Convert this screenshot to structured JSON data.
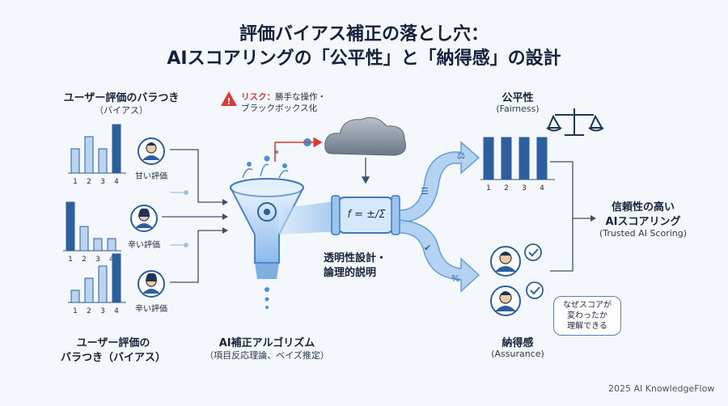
{
  "title": {
    "line1": "評価バイアス補正の落とし穴：",
    "line2": "AIスコアリングの「公平性」と「納得感」の設計"
  },
  "left": {
    "top_label": "ユーザー評価のバラつき",
    "top_sub": "（バイアス）",
    "raters": [
      {
        "label": "甘い評価",
        "bars": [
          2,
          3,
          2,
          4
        ]
      },
      {
        "label": "辛い評価",
        "bars": [
          4,
          2,
          1,
          1
        ]
      },
      {
        "label": "辛い評価",
        "bars": [
          1,
          2,
          3,
          4
        ]
      }
    ],
    "axis_ticks": [
      "1",
      "2",
      "3",
      "4"
    ],
    "bottom_label_1": "ユーザー評価の",
    "bottom_label_2": "バラつき（バイアス）"
  },
  "risk": {
    "icon": "warning-icon",
    "prefix": "リスク：",
    "text1": "勝手な操作・",
    "text2": "ブラックボックス化"
  },
  "center": {
    "algorithm_label": "AI補正アルゴリズム",
    "algorithm_sub": "（項目反応理論、ベイズ推定）",
    "design_label_1": "透明性設計・",
    "design_label_2": "論理的説明",
    "formula": "f = ±/Σ"
  },
  "fairness": {
    "label": "公平性",
    "sub": "(Fairness)",
    "bars": [
      4,
      4,
      4,
      4
    ],
    "axis_ticks": [
      "1",
      "2",
      "3",
      "4"
    ]
  },
  "assurance": {
    "label": "納得感",
    "sub": "(Assurance)",
    "bubble_1": "なぜスコアが",
    "bubble_2": "変わったか",
    "bubble_3": "理解できる"
  },
  "result": {
    "line1": "信頼性の高い",
    "line2": "AIスコアリング",
    "sub": "(Trusted AI Scoring)"
  },
  "credit": "2025 AI KnowledgeFlow",
  "colors": {
    "bar_dark": "#2d5f9e",
    "bar_light": "#b9d3f0",
    "accent": "#4d8fd6",
    "risk": "#d93a3a"
  }
}
